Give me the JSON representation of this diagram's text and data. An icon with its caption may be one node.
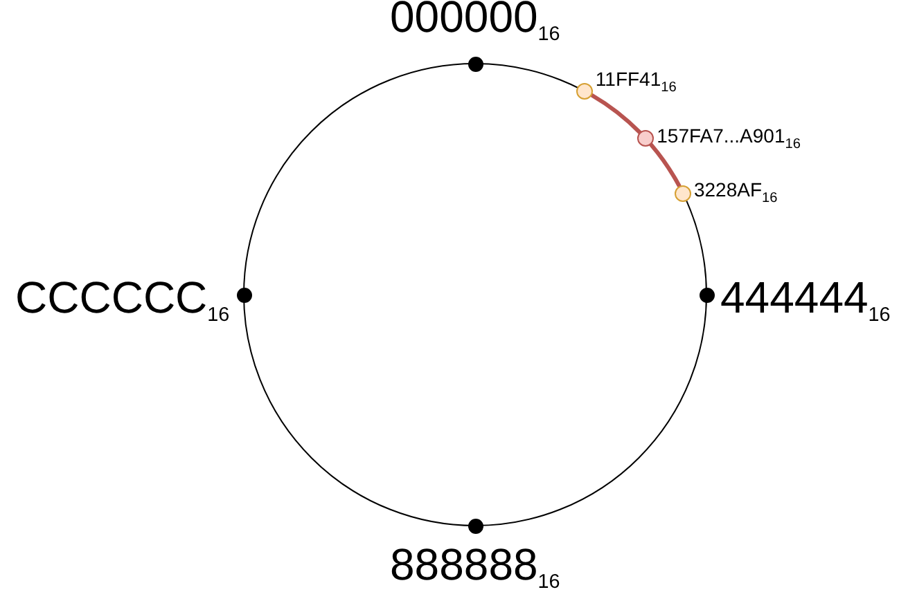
{
  "diagram": {
    "nodes": [
      {
        "text": [],
        "shape": "circle",
        "beside": [
          "000000$_{16}$"
        ]
      },
      {
        "text": [],
        "shape": "circle",
        "beside": [
          "11FF41$_{16}$"
        ]
      },
      {
        "text": [],
        "shape": "circle",
        "beside": [
          "157FA7...A901$_{16}$"
        ]
      },
      {
        "text": [],
        "shape": "circle",
        "beside": [
          "3228AF$_{16}$"
        ]
      },
      {
        "text": [],
        "shape": "circle",
        "beside": [
          "CCCCCC$_{16}$"
        ]
      },
      {
        "text": [],
        "shape": "circle",
        "beside": [
          "444444$_{16}$"
        ]
      },
      {
        "text": [],
        "shape": "circle",
        "beside": [
          "888888$_{16}$"
        ]
      }
    ],
    "edges": [
      {
        "from": 1,
        "to": 2,
        "arrow": "none"
      },
      {
        "from": 2,
        "to": 3,
        "arrow": "none"
      }
    ]
  }
}
